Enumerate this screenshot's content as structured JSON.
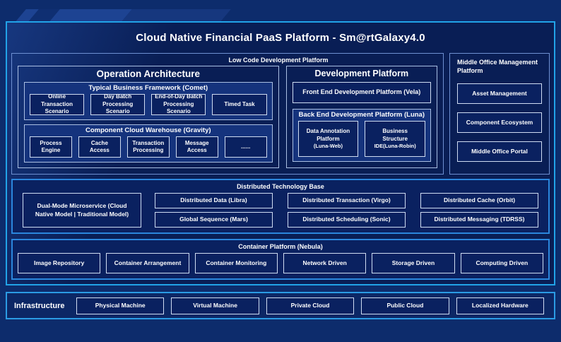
{
  "title": "Cloud Native Financial PaaS Platform - Sm@rtGalaxy4.0",
  "colors": {
    "page_background": "#0d2c6c",
    "panel_background": "#091e55",
    "panel_border": "#21a3e8",
    "section_border": "#2b86dd",
    "group_fill": "#15337d",
    "leaf_fill": "#0a2160",
    "leaf_border": "#cfdcf2",
    "text": "#ffffff"
  },
  "low_code": {
    "label": "Low Code Development Platform",
    "operation_architecture": {
      "title": "Operation Architecture",
      "comet": {
        "title": "Typical Business Framework (Comet)",
        "items": [
          "Online Transaction Scenario",
          "Day Batch Processing Scenario",
          "End-of-Day Batch Processing Scenario",
          "Timed Task"
        ]
      },
      "gravity": {
        "title": "Component Cloud Warehouse (Gravity)",
        "items": [
          "Process Engine",
          "Cache Access",
          "Transaction Processing",
          "Message Access",
          "......"
        ]
      }
    },
    "development_platform": {
      "title": "Development Platform",
      "front_end": "Front End Development Platform (Vela)",
      "back_end": {
        "title": "Back End Development Platform (Luna)",
        "items": [
          {
            "lines": [
              "Data Annotation",
              "Platform",
              "(Luna-Web)"
            ]
          },
          {
            "lines": [
              "Business",
              "Structure",
              "IDE(Luna-Robin)"
            ]
          }
        ]
      }
    }
  },
  "middle_office": {
    "label": "Middle Office Management Platform",
    "items": [
      "Asset Management",
      "Component Ecosystem",
      "Middle Office Portal"
    ]
  },
  "distributed": {
    "label": "Distributed Technology Base",
    "dual_mode": "Dual-Mode Microservice (Cloud Native Model | Traditional Model)",
    "grid": [
      "Distributed Data (Libra)",
      "Distributed Transaction (Virgo)",
      "Distributed Cache (Orbit)",
      "Global Sequence (Mars)",
      "Distributed Scheduling (Sonic)",
      "Distributed Messaging (TDRSS)"
    ]
  },
  "container_platform": {
    "label": "Container Platform (Nebula)",
    "items": [
      "Image Repository",
      "Container Arrangement",
      "Container Monitoring",
      "Network Driven",
      "Storage Driven",
      "Computing Driven"
    ]
  },
  "infrastructure": {
    "label": "Infrastructure",
    "items": [
      "Physical Machine",
      "Virtual Machine",
      "Private Cloud",
      "Public Cloud",
      "Localized Hardware"
    ]
  }
}
